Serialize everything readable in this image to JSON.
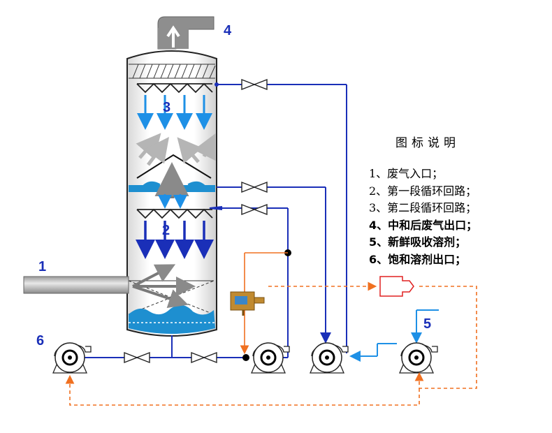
{
  "labels": {
    "l1": "1",
    "l2": "2",
    "l3": "3",
    "l4": "4",
    "l5": "5",
    "l6": "6"
  },
  "legend": {
    "title": "图标说明",
    "items": [
      {
        "text": "1、废气入口；",
        "bold": false
      },
      {
        "text": "2、第一段循环回路；",
        "bold": false
      },
      {
        "text": "3、第二段循环回路；",
        "bold": false
      },
      {
        "text": "4、中和后废气出口；",
        "bold": true
      },
      {
        "text": "5、新鲜吸收溶剂；",
        "bold": true
      },
      {
        "text": "6、饱和溶剂出口；",
        "bold": true
      }
    ]
  },
  "colors": {
    "pipe": "#1a2fb8",
    "spray": "#1e90e6",
    "liquid": "#1e8fd0",
    "control": "#f07020",
    "gas_gray": "#8a8a8a"
  }
}
